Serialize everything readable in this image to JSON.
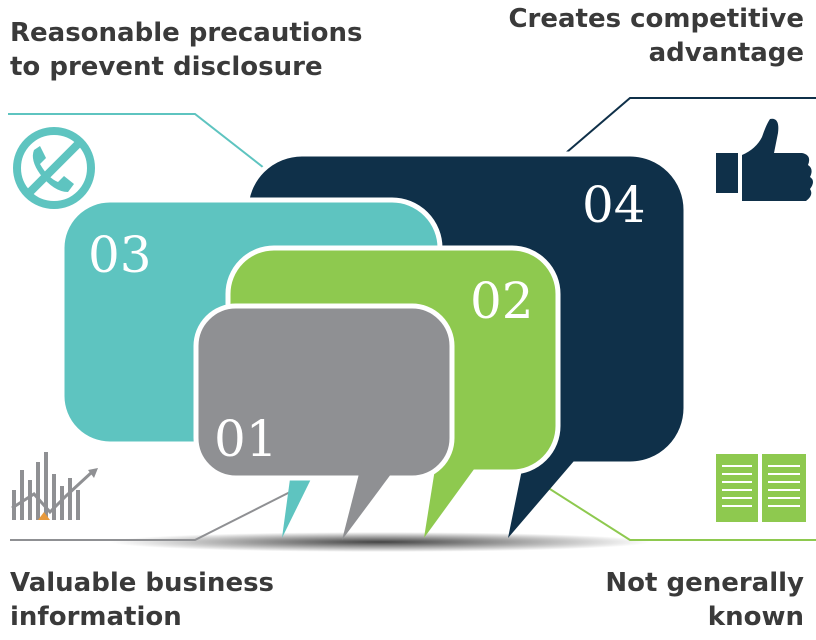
{
  "colors": {
    "bubble_01": "#8f9093",
    "bubble_02": "#8ec94f",
    "bubble_03": "#5ec4c0",
    "bubble_04": "#0f3049",
    "label_text": "#3a3a3a"
  },
  "items": [
    {
      "number": "01",
      "label": "Valuable business\ninformation",
      "icon": "bar-chart-trend-icon"
    },
    {
      "number": "02",
      "label": "Not generally\nknown",
      "icon": "open-book-icon"
    },
    {
      "number": "03",
      "label": "Reasonable precautions\nto prevent disclosure",
      "icon": "no-phone-icon"
    },
    {
      "number": "04",
      "label": "Creates competitive\nadvantage",
      "icon": "thumbs-up-icon"
    }
  ]
}
